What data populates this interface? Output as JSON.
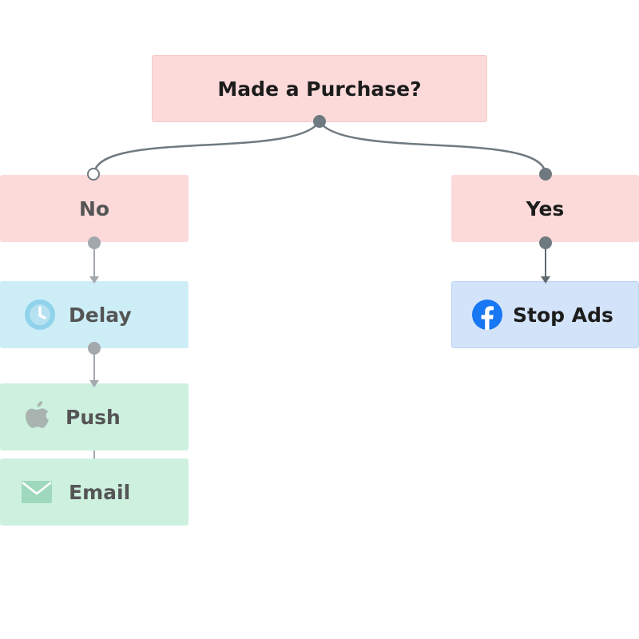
{
  "decision": {
    "label": "Made a Purchase?"
  },
  "branch_no": {
    "label": "No"
  },
  "branch_yes": {
    "label": "Yes"
  },
  "delay": {
    "label": "Delay",
    "icon": "clock-icon"
  },
  "stop_ads": {
    "label": "Stop Ads",
    "icon": "facebook-icon",
    "icon_color": "#1877F2"
  },
  "push": {
    "label": "Push",
    "icon": "apple-icon"
  },
  "email": {
    "label": "Email",
    "icon": "envelope-icon"
  },
  "colors": {
    "decision": "#fcdada",
    "delay": "#cdeef6",
    "stop_ads": "#d2e3fa",
    "push_email": "#cdf0df",
    "connector": "#6f7a80"
  }
}
